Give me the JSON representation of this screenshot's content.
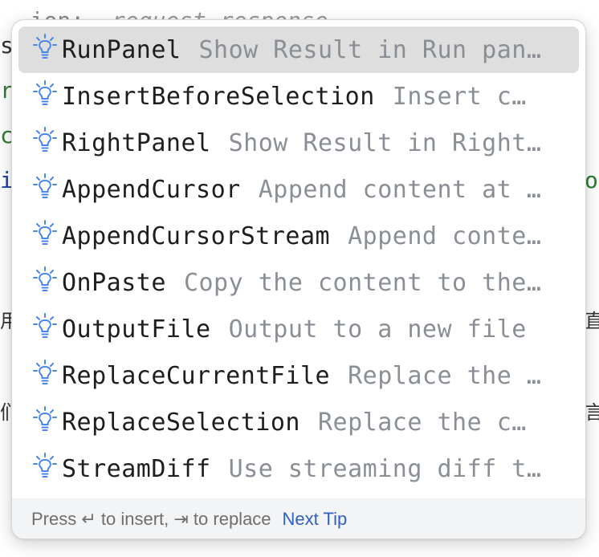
{
  "background_editor": {
    "top_line_prefix": "ion:",
    "top_line_value": "request response",
    "left_fragments": [
      "s",
      "r",
      "c",
      "i",
      "用",
      "们"
    ],
    "right_fragments": [
      "o",
      "直",
      "言"
    ]
  },
  "completion_popup": {
    "items": [
      {
        "name": "RunPanel",
        "description": "Show Result in Run pan…",
        "icon": "lightbulb-icon",
        "selected": true
      },
      {
        "name": "InsertBeforeSelection",
        "description": "Insert c…",
        "icon": "lightbulb-icon"
      },
      {
        "name": "RightPanel",
        "description": "Show Result in Right…",
        "icon": "lightbulb-icon"
      },
      {
        "name": "AppendCursor",
        "description": "Append content at …",
        "icon": "lightbulb-icon"
      },
      {
        "name": "AppendCursorStream",
        "description": "Append conte…",
        "icon": "lightbulb-icon"
      },
      {
        "name": "OnPaste",
        "description": "Copy the content to the…",
        "icon": "lightbulb-icon"
      },
      {
        "name": "OutputFile",
        "description": "Output to a new file",
        "icon": "lightbulb-icon"
      },
      {
        "name": "ReplaceCurrentFile",
        "description": "Replace the …",
        "icon": "lightbulb-icon"
      },
      {
        "name": "ReplaceSelection",
        "description": "Replace the c…",
        "icon": "lightbulb-icon"
      },
      {
        "name": "StreamDiff",
        "description": "Use streaming diff t…",
        "icon": "lightbulb-icon"
      }
    ],
    "footer": {
      "hint": "Press ↵ to insert, ⇥ to replace",
      "next_tip": "Next Tip"
    }
  },
  "colors": {
    "selection": "#dedede",
    "accent_link": "#2f5fc5",
    "icon_blue": "#4a86e8",
    "description_gray": "#8a8f96"
  }
}
